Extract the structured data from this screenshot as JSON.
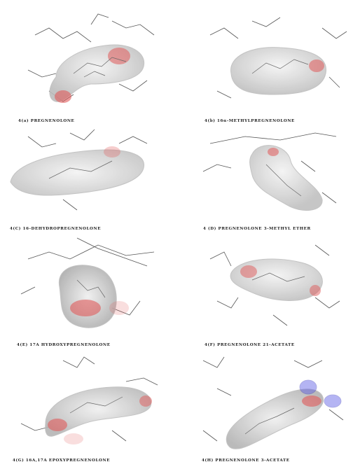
{
  "panels": [
    {
      "caption": "4(a) PREGNENOLONE"
    },
    {
      "caption": "4(b) 16α-METHYLPREGNENOLONE"
    },
    {
      "caption": "4(C) 16-DEHYDROPREGNENOLONE"
    },
    {
      "caption": "4 (D) PREGNENOLONE 3-METHYL ETHER"
    },
    {
      "caption": "4(E) 17A HYDROXYPREGNENOLONE"
    },
    {
      "caption": "4(F) PREGNENOLONE 21-ACETATE"
    },
    {
      "caption": "4(G) 16A,17A EPOXYPREGNENOLONE"
    },
    {
      "caption": "4(H) PREGNENOLONE 3-ACETATE"
    }
  ],
  "colors": {
    "surface": "#d9d9d9",
    "surface_edge": "#bdbdbd",
    "oxygen_patch": "#e05a5a",
    "nitrogen_patch": "#5a5ae6",
    "stick": "#555555"
  }
}
